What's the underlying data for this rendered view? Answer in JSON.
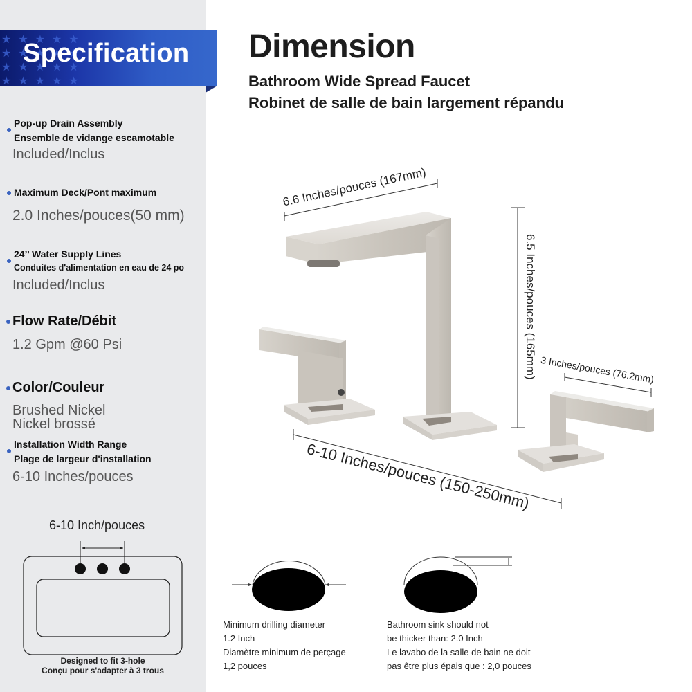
{
  "specification": {
    "title": "Specification",
    "items": [
      {
        "label_en": "Pop-up Drain Assembly",
        "label_fr": "Ensemble de vidange escamotable",
        "value": "Included/Inclus"
      },
      {
        "label": "Maximum Deck/Pont maximum",
        "value": "2.0 Inches/pouces(50 mm)"
      },
      {
        "label_en": "24’’ Water Supply Lines",
        "label_fr": "Conduites d'alimentation en eau de 24 po",
        "value": "Included/Inclus"
      },
      {
        "label": "Flow Rate/Débit",
        "value": "1.2 Gpm @60 Psi"
      },
      {
        "label": "Color/Couleur",
        "value_en": "Brushed Nickel",
        "value_fr": "Nickel brossé"
      },
      {
        "label_en": "Installation Width Range",
        "label_fr": "Plage de largeur d'installation",
        "value": "6-10 Inches/pouces"
      }
    ],
    "sink_diagram": {
      "width_label": "6-10 Inch/pouces",
      "caption_en": "Designed to fit 3-hole",
      "caption_fr": "Conçu pour s'adapter à 3 trous",
      "hole_count": 3
    }
  },
  "dimension": {
    "title": "Dimension",
    "subtitle_en": "Bathroom Wide Spread Faucet",
    "subtitle_fr": "Robinet de salle de bain largement répandu",
    "measurements": {
      "spout_length": "6.6 Inches/pouces (167mm)",
      "spout_height": "6.5 Inches/pouces (165mm)",
      "handle_length": "3 Inches/pouces (76.2mm)",
      "spread_width": "6-10 Inches/pouces (150-250mm)"
    },
    "notes": {
      "drilling": [
        "Minimum drilling diameter",
        "1.2 Inch",
        "Diamètre minimum de perçage",
        "1,2 pouces"
      ],
      "thickness": [
        "Bathroom sink should not",
        "be thicker than: 2.0 Inch",
        "Le lavabo de la salle de bain ne doit",
        "pas être plus épais que : 2,0 pouces"
      ]
    }
  },
  "colors": {
    "accent_blue": "#3a63c0",
    "banner_dark": "#0b1a6b",
    "banner_light": "#3668cc",
    "panel_bg": "#e9eaec",
    "finish": "#cfcbc4"
  }
}
